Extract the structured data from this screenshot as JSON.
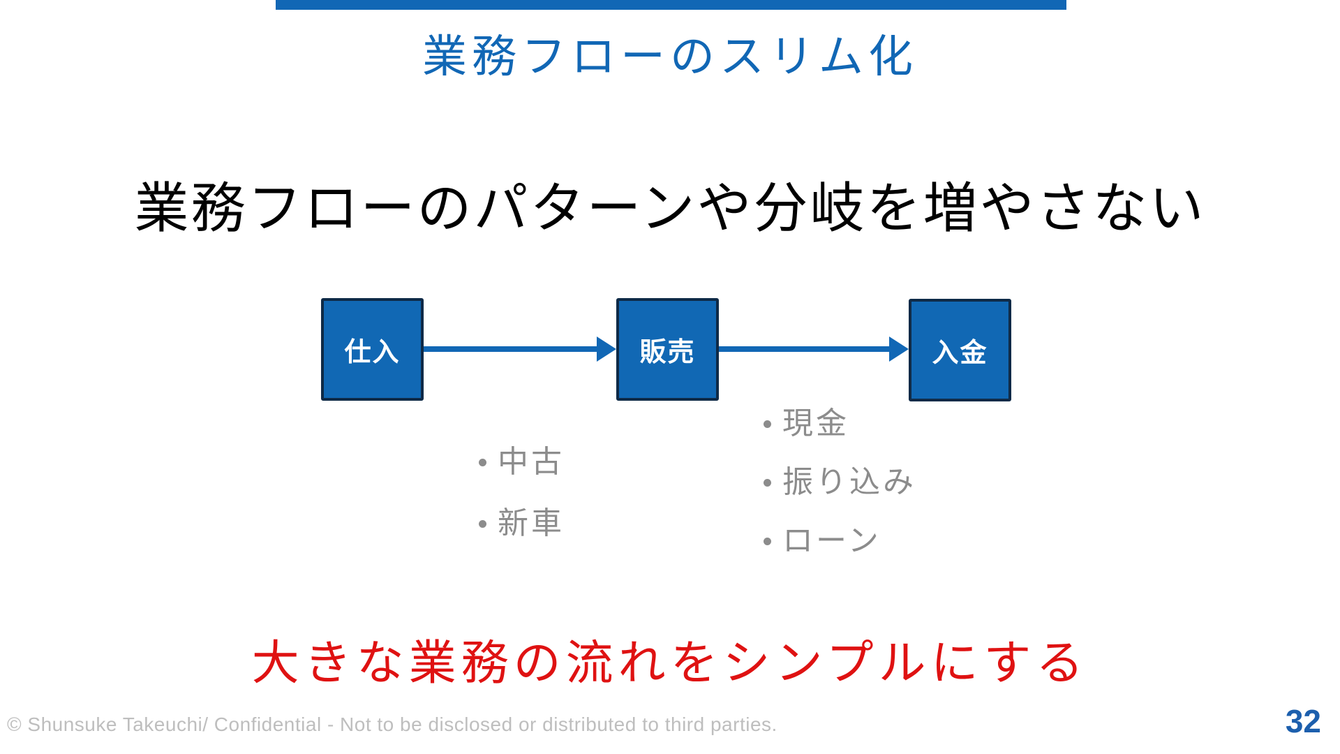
{
  "slide": {
    "title": "業務フローのスリム化",
    "heading": "業務フローのパターンや分岐を増やさない",
    "conclusion": "大きな業務の流れをシンプルにする",
    "footer": "© Shunsuke Takeuchi/ Confidential - Not to be disclosed or distributed to third parties.",
    "page_number": "32"
  },
  "diagram": {
    "nodes": [
      {
        "label": "仕入"
      },
      {
        "label": "販売"
      },
      {
        "label": "入金"
      }
    ],
    "sales_options": [
      "中古",
      "新車"
    ],
    "payment_methods": [
      "現金",
      "振り込み",
      "ローン"
    ]
  },
  "icons": {
    "bullet-dot": "・",
    "arrow-right": "→"
  },
  "colors": {
    "accent_blue": "#1167B5",
    "node_fill": "#1168B4",
    "node_border": "#0E2A47",
    "node_text": "#FFFFFF",
    "heading_text": "#000000",
    "list_gray": "#8C8C8C",
    "conclusion_red": "#DF1212",
    "footer_gray": "#BEBEBE",
    "page_number_blue": "#1C5FAD"
  }
}
